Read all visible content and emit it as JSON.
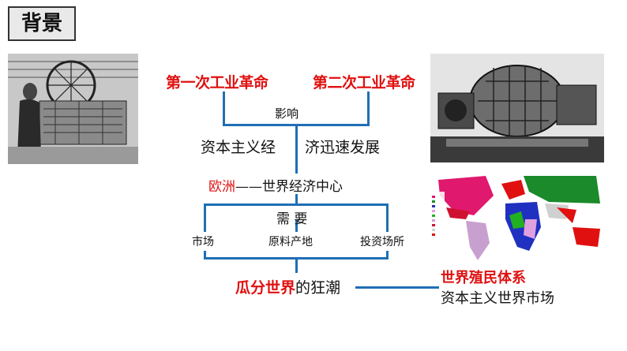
{
  "header": {
    "title": "背景"
  },
  "revolutions": {
    "first": "第一次工业革命",
    "second": "第二次工业革命"
  },
  "influence": "影响",
  "result": {
    "part1": "资本主义经",
    "part2": "济迅速发展"
  },
  "center": {
    "europe": "欧洲",
    "dash": "——",
    "rest": "世界经济中心"
  },
  "need": "需 要",
  "needs": [
    "市场",
    "原料产地",
    "投资场所"
  ],
  "scramble": {
    "red": "瓜分世界",
    "mid": "的",
    "black": "狂潮"
  },
  "outcome": {
    "colonial": "世界殖民体系",
    "market": "资本主义世界市场"
  },
  "colors": {
    "line": "#1f6fb5",
    "accent": "#e01010"
  }
}
